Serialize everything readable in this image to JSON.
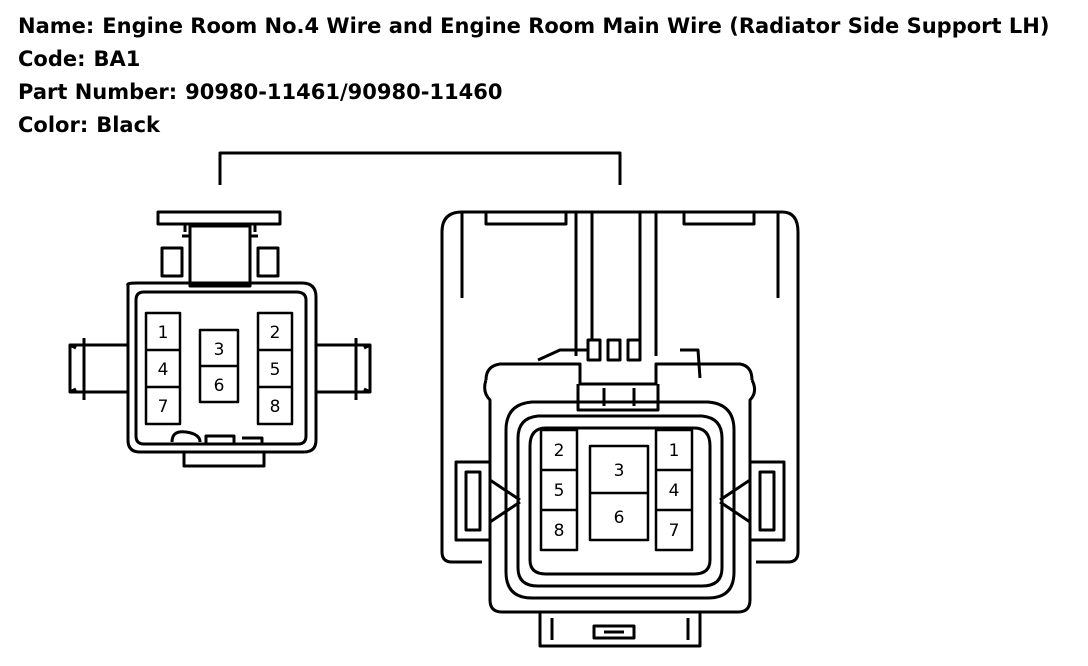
{
  "info": {
    "name_label": "Name:",
    "name_value": "Engine Room No.4 Wire and Engine Room Main Wire (Radiator Side Support LH)",
    "code_label": "Code:",
    "code_value": "BA1",
    "part_label": "Part Number:",
    "part_value": "90980-11461/90980-11460",
    "color_label": "Color:",
    "color_value": "Black"
  },
  "left_connector": {
    "pins": [
      "1",
      "2",
      "3",
      "4",
      "5",
      "6",
      "7",
      "8"
    ]
  },
  "right_connector": {
    "pins": [
      "1",
      "2",
      "3",
      "4",
      "5",
      "6",
      "7",
      "8"
    ]
  }
}
